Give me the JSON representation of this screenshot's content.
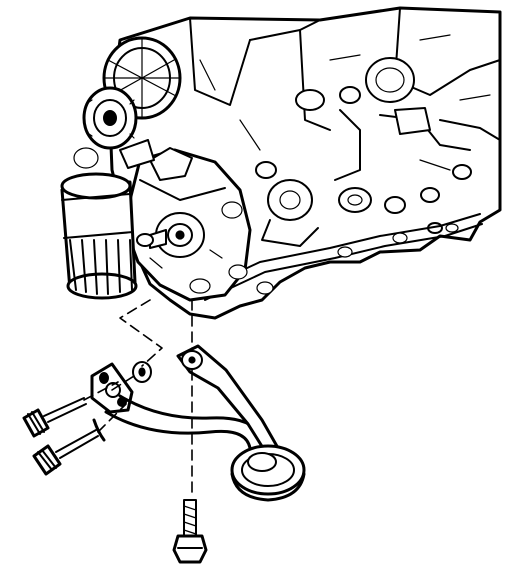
{
  "colors": {
    "ink": "#000000",
    "paper": "#ffffff"
  },
  "parts": [
    {
      "name": "engine-block",
      "icon": "engine-block-icon"
    },
    {
      "name": "timing-sprocket",
      "icon": "sprocket-icon"
    },
    {
      "name": "oil-filter",
      "icon": "oil-filter-icon"
    },
    {
      "name": "oil-pump",
      "icon": "oil-pump-icon"
    },
    {
      "name": "oil-pump-pickup-tube",
      "icon": "pickup-tube-icon"
    },
    {
      "name": "pickup-screen",
      "icon": "pickup-screen-icon"
    },
    {
      "name": "gasket",
      "icon": "gasket-icon"
    },
    {
      "name": "mounting-bolt",
      "icon": "bolt-icon"
    }
  ]
}
